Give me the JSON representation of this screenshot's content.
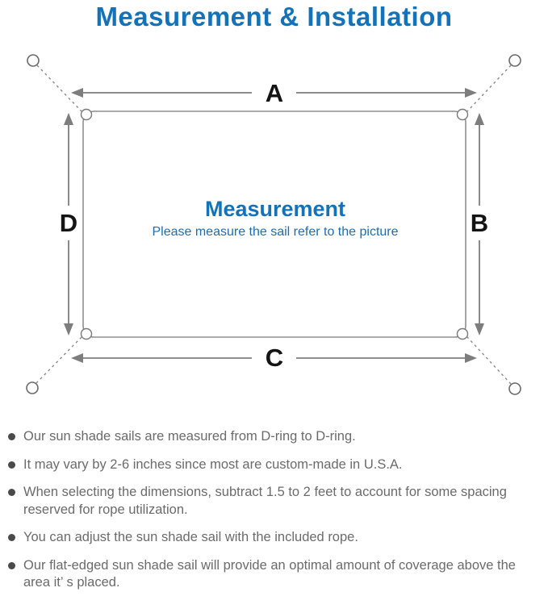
{
  "title": "Measurement & Installation",
  "diagram": {
    "labels": {
      "a": "A",
      "b": "B",
      "c": "C",
      "d": "D"
    },
    "center_title": "Measurement",
    "center_subtitle": "Please measure the sail refer to the picture"
  },
  "notes": [
    "Our sun shade sails are measured from D-ring to D-ring.",
    "It may vary by 2-6 inches since most are custom-made in U.S.A.",
    "When selecting the dimensions, subtract 1.5 to 2 feet to account for some spacing reserved for rope utilization.",
    "You can adjust the sun shade sail with the included rope.",
    "Our flat-edged sun shade sail will provide an optimal amount of coverage above the area it’ s placed."
  ],
  "colors": {
    "accent_blue": "#1272ba",
    "diagram_line_gray": "#8f8f8f",
    "arrow_gray": "#7d7d7d",
    "note_text_gray": "#6b6b6b"
  }
}
